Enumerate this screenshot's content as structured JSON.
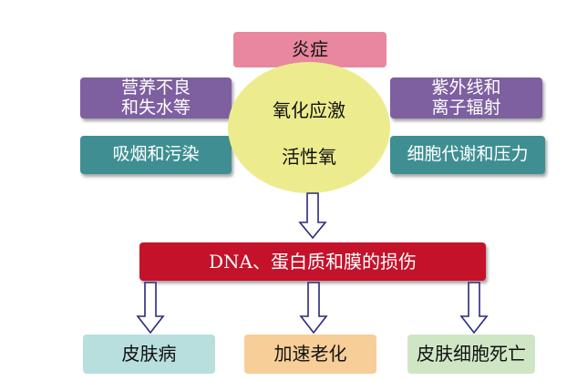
{
  "nodes": {
    "inflammation": "炎症",
    "malnutrition": [
      "营养不良",
      "和失水等"
    ],
    "uv_radiation": [
      "紫外线和",
      "离子辐射"
    ],
    "smoking": "吸烟和污染",
    "metabolism": "细胞代谢和压力",
    "center": [
      "氧化应激",
      "活性氧"
    ],
    "damage": "DNA、蛋白质和膜的损伤",
    "outcomes": [
      "皮肤病",
      "加速老化",
      "皮肤细胞死亡"
    ]
  },
  "colors": {
    "inflammation": "#e8879e",
    "purple": "#7e5fa0",
    "teal": "#3f8f92",
    "center": "#ecec8e",
    "damage": "#c4122b",
    "skin_disease": "#b9dede",
    "aging": "#f7ce97",
    "cell_death": "#cfe6c5"
  },
  "icons": [
    "down-arrow-icon"
  ]
}
